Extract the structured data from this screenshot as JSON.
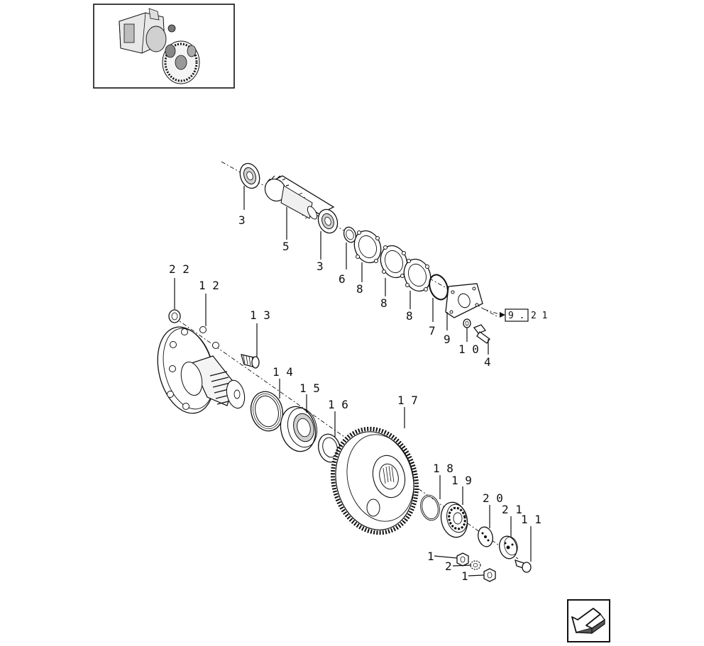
{
  "callouts": {
    "c3a": "3",
    "c5": "5",
    "c3b": "3",
    "c6": "6",
    "c8a": "8",
    "c8b": "8",
    "c8c": "8",
    "c7": "7",
    "c9": "9",
    "c10": "1 0",
    "c4": "4",
    "c22": "2 2",
    "c12": "1 2",
    "c13": "1 3",
    "c14": "1 4",
    "c15": "1 5",
    "c16": "1 6",
    "c17": "1 7",
    "c18": "1 8",
    "c19": "1 9",
    "c20": "2 0",
    "c21": "2 1",
    "c11": "1 1",
    "c1a": "1",
    "c2": "2",
    "c1b": "1"
  },
  "reference": {
    "label_box": "9 .",
    "label_tail": "2 1"
  },
  "icons": {
    "thumbnail": "assembly-thumbnail-icon",
    "nav": "previous-page-arrow-icon"
  }
}
